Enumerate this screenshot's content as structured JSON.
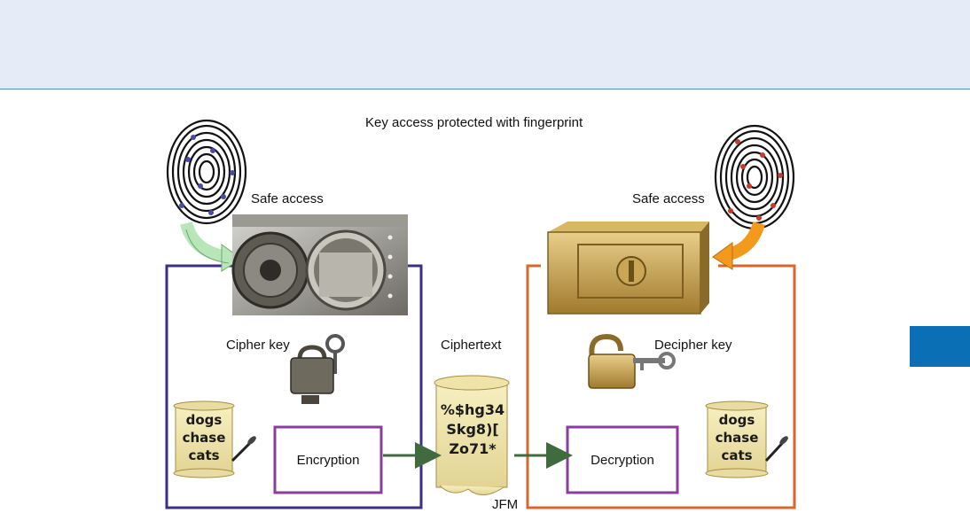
{
  "diagram": {
    "title": "Key access protected with fingerprint",
    "left": {
      "safe_access": "Safe access",
      "key_label": "Cipher key",
      "process_label": "Encryption",
      "plaintext_lines": [
        "dogs",
        "chase",
        "cats"
      ]
    },
    "center": {
      "ciphertext_label": "Ciphertext",
      "ciphertext_lines": [
        "%$hg34",
        "Skg8)[",
        "Zo71*"
      ],
      "credit": "JFM"
    },
    "right": {
      "safe_access": "Safe access",
      "key_label": "Decipher key",
      "process_label": "Decryption",
      "plaintext_lines": [
        "dogs",
        "chase",
        "cats"
      ]
    },
    "colors": {
      "header_band": "#e5ecf7",
      "side_tab": "#0a6fb5",
      "left_frame": "#3b2f8a",
      "right_frame": "#d9662a",
      "process_box": "#8a3d9a",
      "arrow": "#3f6b3f",
      "left_fingerprint_dots": "#4a4aa0",
      "right_fingerprint_dots": "#c83a2a"
    },
    "icons": [
      "fingerprint-icon",
      "vault-icon",
      "padlock-key-icon",
      "scroll-icon",
      "quill-icon",
      "safe-box-icon",
      "open-padlock-key-icon"
    ]
  }
}
